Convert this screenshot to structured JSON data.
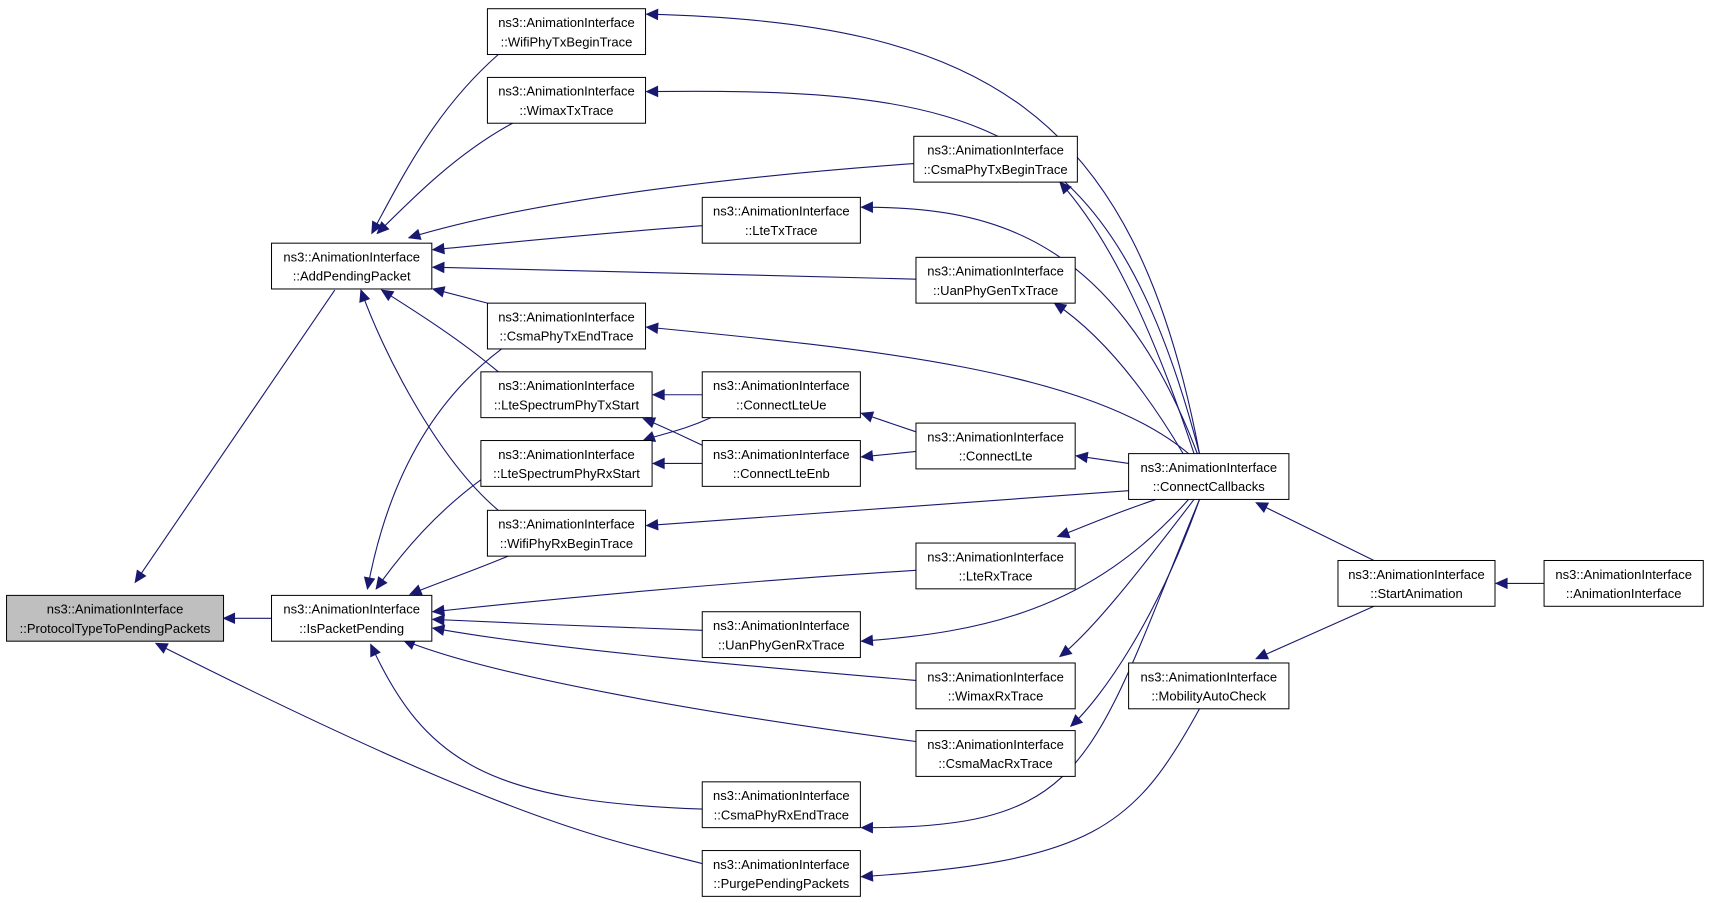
{
  "nodes": {
    "protocol_type_to_pending_packets": {
      "line1": "ns3::AnimationInterface",
      "line2": "::ProtocolTypeToPendingPackets"
    },
    "add_pending_packet": {
      "line1": "ns3::AnimationInterface",
      "line2": "::AddPendingPacket"
    },
    "is_packet_pending": {
      "line1": "ns3::AnimationInterface",
      "line2": "::IsPacketPending"
    },
    "wifi_phy_tx_begin_trace": {
      "line1": "ns3::AnimationInterface",
      "line2": "::WifiPhyTxBeginTrace"
    },
    "wimax_tx_trace": {
      "line1": "ns3::AnimationInterface",
      "line2": "::WimaxTxTrace"
    },
    "csma_phy_tx_end_trace": {
      "line1": "ns3::AnimationInterface",
      "line2": "::CsmaPhyTxEndTrace"
    },
    "lte_spectrum_phy_tx_start": {
      "line1": "ns3::AnimationInterface",
      "line2": "::LteSpectrumPhyTxStart"
    },
    "lte_spectrum_phy_rx_start": {
      "line1": "ns3::AnimationInterface",
      "line2": "::LteSpectrumPhyRxStart"
    },
    "wifi_phy_rx_begin_trace": {
      "line1": "ns3::AnimationInterface",
      "line2": "::WifiPhyRxBeginTrace"
    },
    "lte_tx_trace": {
      "line1": "ns3::AnimationInterface",
      "line2": "::LteTxTrace"
    },
    "connect_lte_ue": {
      "line1": "ns3::AnimationInterface",
      "line2": "::ConnectLteUe"
    },
    "connect_lte_enb": {
      "line1": "ns3::AnimationInterface",
      "line2": "::ConnectLteEnb"
    },
    "uan_phy_gen_rx_trace": {
      "line1": "ns3::AnimationInterface",
      "line2": "::UanPhyGenRxTrace"
    },
    "csma_phy_rx_end_trace": {
      "line1": "ns3::AnimationInterface",
      "line2": "::CsmaPhyRxEndTrace"
    },
    "purge_pending_packets": {
      "line1": "ns3::AnimationInterface",
      "line2": "::PurgePendingPackets"
    },
    "csma_phy_tx_begin_trace": {
      "line1": "ns3::AnimationInterface",
      "line2": "::CsmaPhyTxBeginTrace"
    },
    "uan_phy_gen_tx_trace": {
      "line1": "ns3::AnimationInterface",
      "line2": "::UanPhyGenTxTrace"
    },
    "connect_lte": {
      "line1": "ns3::AnimationInterface",
      "line2": "::ConnectLte"
    },
    "lte_rx_trace": {
      "line1": "ns3::AnimationInterface",
      "line2": "::LteRxTrace"
    },
    "wimax_rx_trace": {
      "line1": "ns3::AnimationInterface",
      "line2": "::WimaxRxTrace"
    },
    "csma_mac_rx_trace": {
      "line1": "ns3::AnimationInterface",
      "line2": "::CsmaMacRxTrace"
    },
    "connect_callbacks": {
      "line1": "ns3::AnimationInterface",
      "line2": "::ConnectCallbacks"
    },
    "mobility_auto_check": {
      "line1": "ns3::AnimationInterface",
      "line2": "::MobilityAutoCheck"
    },
    "start_animation": {
      "line1": "ns3::AnimationInterface",
      "line2": "::StartAnimation"
    },
    "animation_interface": {
      "line1": "ns3::AnimationInterface",
      "line2": "::AnimationInterface"
    }
  },
  "edges": [
    {
      "from": "add_pending_packet",
      "to": "protocol_type_to_pending_packets"
    },
    {
      "from": "is_packet_pending",
      "to": "protocol_type_to_pending_packets"
    },
    {
      "from": "purge_pending_packets",
      "to": "protocol_type_to_pending_packets"
    },
    {
      "from": "wifi_phy_tx_begin_trace",
      "to": "add_pending_packet"
    },
    {
      "from": "wimax_tx_trace",
      "to": "add_pending_packet"
    },
    {
      "from": "csma_phy_tx_begin_trace",
      "to": "add_pending_packet"
    },
    {
      "from": "lte_tx_trace",
      "to": "add_pending_packet"
    },
    {
      "from": "uan_phy_gen_tx_trace",
      "to": "add_pending_packet"
    },
    {
      "from": "csma_phy_tx_end_trace",
      "to": "add_pending_packet"
    },
    {
      "from": "lte_spectrum_phy_tx_start",
      "to": "add_pending_packet"
    },
    {
      "from": "wifi_phy_rx_begin_trace",
      "to": "add_pending_packet"
    },
    {
      "from": "csma_phy_tx_end_trace",
      "to": "is_packet_pending"
    },
    {
      "from": "lte_spectrum_phy_rx_start",
      "to": "is_packet_pending"
    },
    {
      "from": "wifi_phy_rx_begin_trace",
      "to": "is_packet_pending"
    },
    {
      "from": "lte_rx_trace",
      "to": "is_packet_pending"
    },
    {
      "from": "uan_phy_gen_rx_trace",
      "to": "is_packet_pending"
    },
    {
      "from": "wimax_rx_trace",
      "to": "is_packet_pending"
    },
    {
      "from": "csma_mac_rx_trace",
      "to": "is_packet_pending"
    },
    {
      "from": "csma_phy_rx_end_trace",
      "to": "is_packet_pending"
    },
    {
      "from": "connect_lte_ue",
      "to": "lte_spectrum_phy_tx_start"
    },
    {
      "from": "connect_lte_enb",
      "to": "lte_spectrum_phy_tx_start"
    },
    {
      "from": "connect_lte_ue",
      "to": "lte_spectrum_phy_rx_start"
    },
    {
      "from": "connect_lte_enb",
      "to": "lte_spectrum_phy_rx_start"
    },
    {
      "from": "connect_lte",
      "to": "connect_lte_ue"
    },
    {
      "from": "connect_lte",
      "to": "connect_lte_enb"
    },
    {
      "from": "connect_callbacks",
      "to": "wifi_phy_tx_begin_trace"
    },
    {
      "from": "connect_callbacks",
      "to": "wimax_tx_trace"
    },
    {
      "from": "connect_callbacks",
      "to": "csma_phy_tx_begin_trace"
    },
    {
      "from": "connect_callbacks",
      "to": "lte_tx_trace"
    },
    {
      "from": "connect_callbacks",
      "to": "uan_phy_gen_tx_trace"
    },
    {
      "from": "connect_callbacks",
      "to": "csma_phy_tx_end_trace"
    },
    {
      "from": "connect_callbacks",
      "to": "connect_lte"
    },
    {
      "from": "connect_callbacks",
      "to": "wifi_phy_rx_begin_trace"
    },
    {
      "from": "connect_callbacks",
      "to": "lte_rx_trace"
    },
    {
      "from": "connect_callbacks",
      "to": "uan_phy_gen_rx_trace"
    },
    {
      "from": "connect_callbacks",
      "to": "wimax_rx_trace"
    },
    {
      "from": "connect_callbacks",
      "to": "csma_mac_rx_trace"
    },
    {
      "from": "connect_callbacks",
      "to": "csma_phy_rx_end_trace"
    },
    {
      "from": "start_animation",
      "to": "connect_callbacks"
    },
    {
      "from": "start_animation",
      "to": "mobility_auto_check"
    },
    {
      "from": "mobility_auto_check",
      "to": "purge_pending_packets"
    },
    {
      "from": "animation_interface",
      "to": "start_animation"
    }
  ],
  "colors": {
    "edge": "#191970",
    "root_fill": "#bfbfbf",
    "node_fill": "#ffffff",
    "node_border": "#000000"
  }
}
